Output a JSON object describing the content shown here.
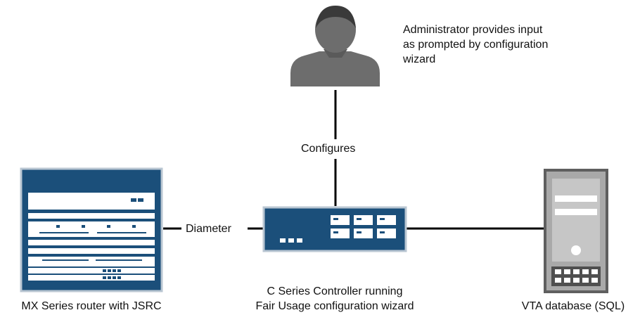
{
  "admin": {
    "icon": "administrator-person-icon",
    "note_lines": [
      "Administrator provides input",
      "as prompted by configuration",
      "wizard"
    ]
  },
  "connections": {
    "configures_label": "Configures",
    "diameter_label": "Diameter"
  },
  "mx_router": {
    "icon": "router-chassis-icon",
    "caption": "MX Series router with JSRC"
  },
  "controller": {
    "icon": "controller-appliance-icon",
    "caption_lines": [
      "C Series Controller running",
      "Fair Usage configuration wizard"
    ]
  },
  "database": {
    "icon": "database-server-tower-icon",
    "caption": "VTA database (SQL)"
  },
  "colors": {
    "device_fill": "#1b4f7a",
    "device_border": "#b9c6d2",
    "person_fill": "#6d6d6d",
    "server_fill": "#a9a9a9",
    "line": "#000000"
  }
}
